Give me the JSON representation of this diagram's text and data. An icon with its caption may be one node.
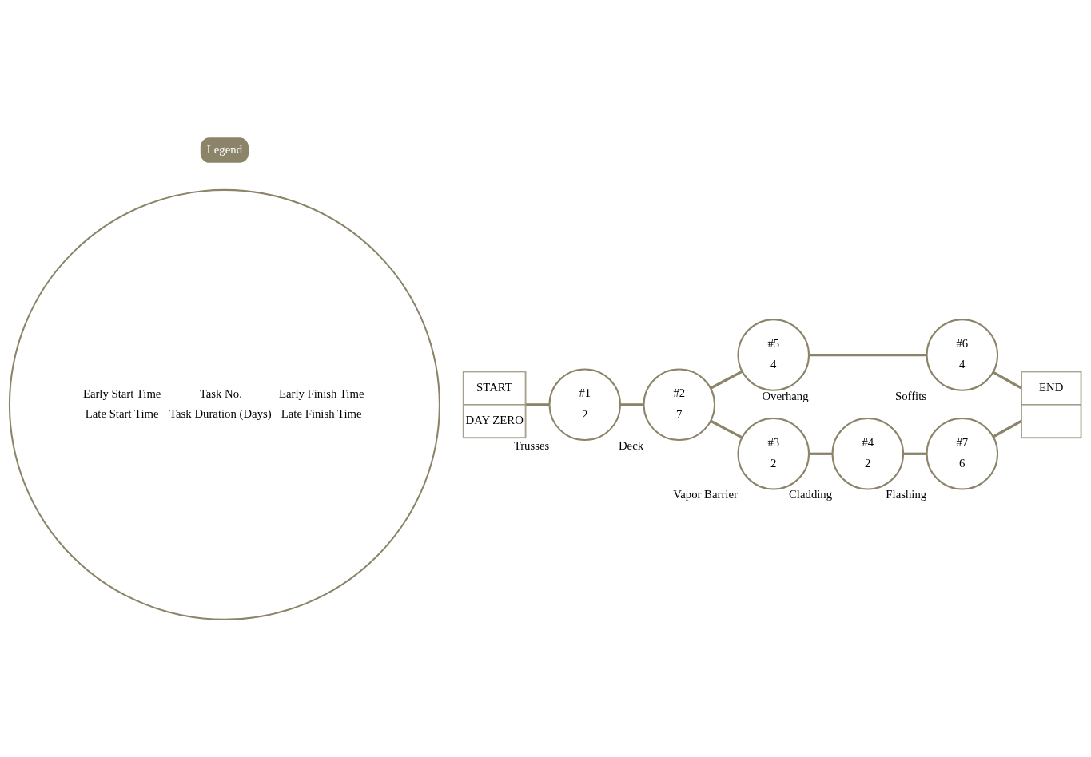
{
  "diagram": {
    "nodes": [
      {
        "text": [
          "Early Start Time",
          "Task No.",
          "Early Finish Time",
          "Late Start Time",
          "Task Duration (Days)",
          "Late Finish Time"
        ]
      },
      {
        "text": [
          "START",
          "DAY ZERO"
        ]
      },
      {
        "text": [
          "#1",
          "2"
        ],
        "beside": [
          "Trusses"
        ]
      },
      {
        "text": [
          "#2",
          "7"
        ],
        "beside": [
          "Deck"
        ]
      },
      {
        "text": [
          "#5",
          "4"
        ],
        "beside": [
          "Overhang"
        ]
      },
      {
        "text": [
          "#6",
          "4"
        ],
        "beside": [
          "Soffits"
        ]
      },
      {
        "text": [
          "#3",
          "2"
        ],
        "beside": [
          "Vapor Barrier"
        ]
      },
      {
        "text": [
          "#4",
          "2"
        ],
        "beside": [
          "Cladding"
        ]
      },
      {
        "text": [
          "#7",
          "6"
        ],
        "beside": [
          "Flashing"
        ]
      },
      {
        "text": [
          "END"
        ]
      }
    ],
    "edges": [
      {
        "from": 1,
        "to": 2,
        "arrow": "none"
      },
      {
        "from": 2,
        "to": 3,
        "arrow": "none"
      },
      {
        "from": 3,
        "to": 4,
        "arrow": "none"
      },
      {
        "from": 4,
        "to": 5,
        "arrow": "none"
      },
      {
        "from": 5,
        "to": 9,
        "arrow": "none"
      },
      {
        "from": 3,
        "to": 6,
        "arrow": "none"
      },
      {
        "from": 6,
        "to": 7,
        "arrow": "none"
      },
      {
        "from": 7,
        "to": 8,
        "arrow": "none"
      },
      {
        "from": 8,
        "to": 9,
        "arrow": "none"
      }
    ],
    "labels": [
      "Legend"
    ]
  }
}
